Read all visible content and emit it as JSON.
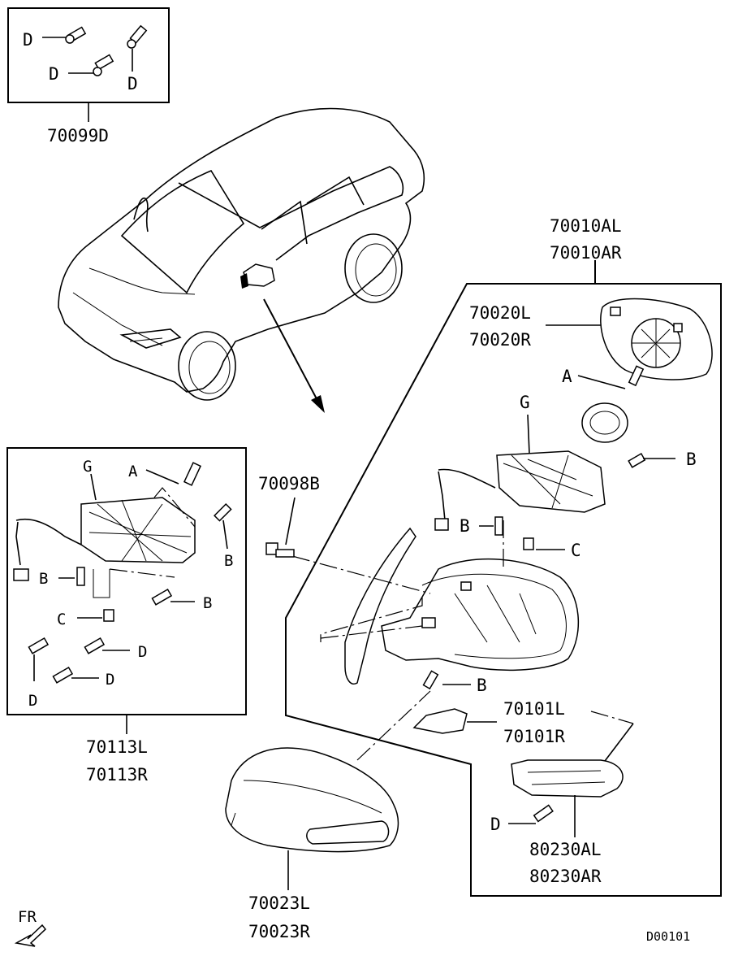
{
  "diagram": {
    "kit_box": {
      "part_number": "70099D",
      "bolt_labels": [
        "D",
        "D",
        "D"
      ]
    },
    "mirror_assembly": {
      "part_numbers": [
        "70010AL",
        "70010AR"
      ],
      "glass": {
        "part_numbers": [
          "70020L",
          "70020R"
        ],
        "screw_label": "A"
      },
      "actuator": {
        "label": "G",
        "screw_labels": [
          "B",
          "B",
          "C"
        ]
      },
      "base_cover": {
        "part_numbers": [
          "70101L",
          "70101R"
        ],
        "screw_label": "B"
      },
      "turn_lamp": {
        "part_numbers": [
          "80230AL",
          "80230AR"
        ],
        "screw_label": "D"
      }
    },
    "actuator_kit": {
      "part_numbers": [
        "70113L",
        "70113R"
      ],
      "labels": {
        "g": "G",
        "a": "A",
        "b1": "B",
        "b2": "B",
        "b3": "B",
        "c": "C",
        "d1": "D",
        "d2": "D",
        "d3": "D"
      }
    },
    "bolt": {
      "part_number": "70098B"
    },
    "cover": {
      "part_numbers": [
        "70023L",
        "70023R"
      ]
    },
    "direction": "FR",
    "drawing_code": "D00101"
  }
}
